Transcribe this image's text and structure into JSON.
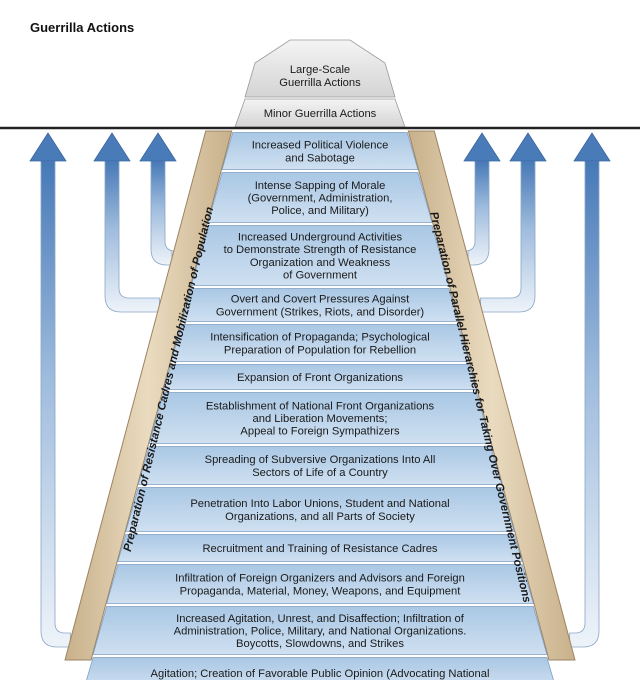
{
  "title": "Guerrilla Actions",
  "top_steps": [
    "Large-Scale\nGuerrilla Actions",
    "Minor Guerrilla Actions"
  ],
  "steps": [
    "Increased Political Violence\nand Sabotage",
    "Intense Sapping of Morale\n(Government, Administration,\nPolice, and Military)",
    "Increased Underground Activities\nto Demonstrate Strength of Resistance\nOrganization and Weakness\nof Government",
    "Overt and Covert Pressures Against\nGovernment (Strikes, Riots, and Disorder)",
    "Intensification of Propaganda; Psychological\nPreparation of Population for Rebellion",
    "Expansion of Front Organizations",
    "Establishment of National Front Organizations\nand Liberation Movements;\nAppeal to Foreign Sympathizers",
    "Spreading of Subversive Organizations Into All\nSectors of Life of a Country",
    "Penetration Into Labor Unions, Student and National\nOrganizations, and all Parts of Society",
    "Recruitment and Training of Resistance Cadres",
    "Infiltration of Foreign Organizers and Advisors and Foreign\nPropaganda, Material, Money, Weapons, and Equipment",
    "Increased Agitation, Unrest, and Disaffection; Infiltration of\nAdministration, Police, Military, and National Organizations.\nBoycotts, Slowdowns, and Strikes",
    "Agitation; Creation of Favorable Public Opinion (Advocating National"
  ],
  "left_band_label": "Preparation of Resistance Cadres and Mobilization of Population",
  "right_band_label": "Preparation of Parallel Hierarchies for Taking Over Government Positions",
  "colors": {
    "step_fill_top": "#aecbe6",
    "step_fill_bottom": "#c9dcef",
    "top_fill": "#e2e2e2",
    "band_fill": "#d8c4a2",
    "arrow_light": "#e6eef7",
    "arrow_dark": "#4a7bb9",
    "divider": "#222222"
  }
}
